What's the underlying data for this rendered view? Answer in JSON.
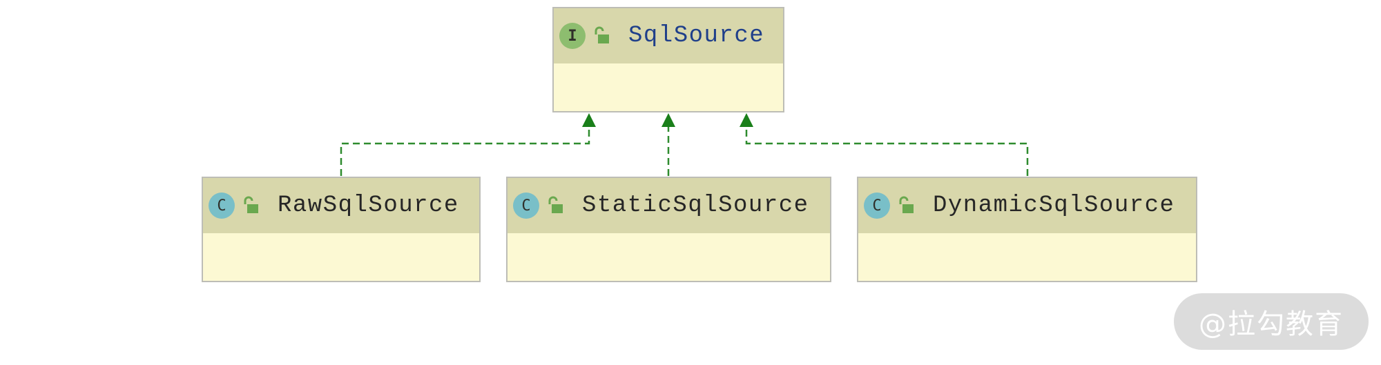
{
  "diagram": {
    "interface": {
      "name": "SqlSource",
      "kind_letter": "I",
      "kind": "interface",
      "access": "public"
    },
    "classes": [
      {
        "name": "RawSqlSource",
        "kind_letter": "C",
        "kind": "class",
        "access": "public"
      },
      {
        "name": "StaticSqlSource",
        "kind_letter": "C",
        "kind": "class",
        "access": "public"
      },
      {
        "name": "DynamicSqlSource",
        "kind_letter": "C",
        "kind": "class",
        "access": "public"
      }
    ],
    "relations": [
      {
        "from": "RawSqlSource",
        "to": "SqlSource",
        "type": "realization"
      },
      {
        "from": "StaticSqlSource",
        "to": "SqlSource",
        "type": "realization"
      },
      {
        "from": "DynamicSqlSource",
        "to": "SqlSource",
        "type": "realization"
      }
    ],
    "colors": {
      "header": "#d8d7ab",
      "body": "#fcf9d3",
      "border": "#bdbdb6",
      "divider": "#5b5b55",
      "interface_badge": "#8dbd6f",
      "class_badge": "#79bfc8",
      "lock": "#6aa84f",
      "arrow": "#1a7f1a",
      "interface_name": "#1f3f8a"
    }
  },
  "watermark": {
    "text": "@拉勾教育"
  }
}
